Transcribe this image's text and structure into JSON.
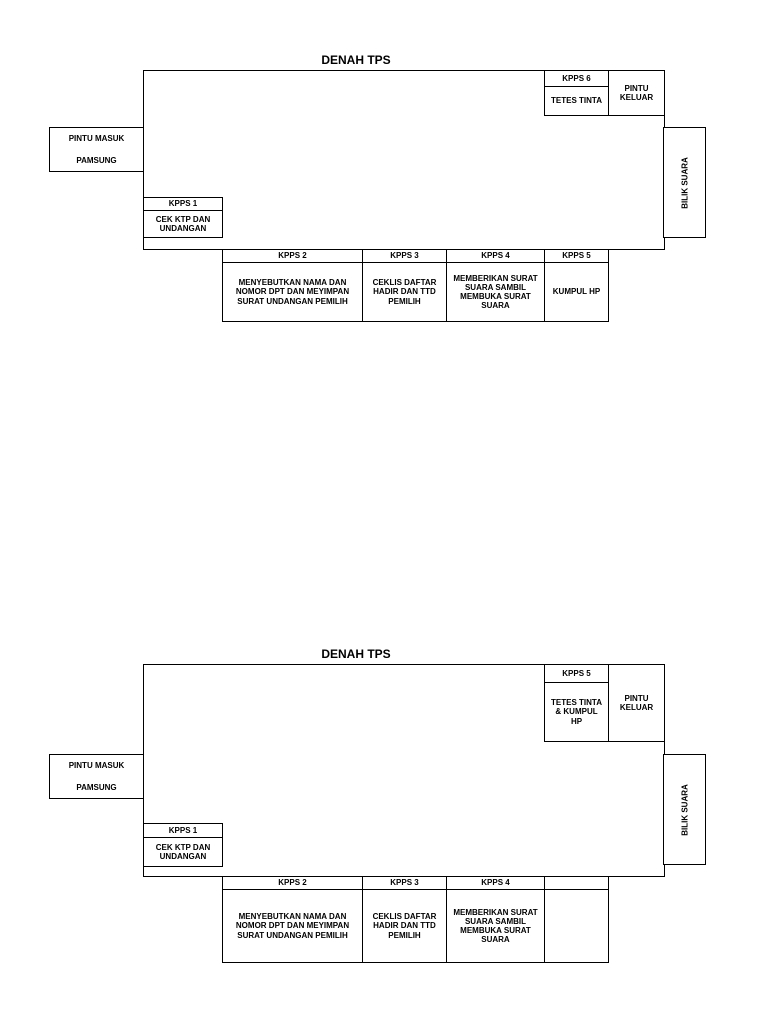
{
  "diagrams": [
    {
      "title": "DENAH TPS",
      "entry_line1": "PINTU MASUK",
      "entry_line2": "PAMSUNG",
      "booth": "BILIK SUARA",
      "exit": "PINTU KELUAR",
      "kpps1": {
        "label": "KPPS 1",
        "task": "CEK KTP DAN UNDANGAN"
      },
      "kpps2": {
        "label": "KPPS 2",
        "task": "MENYEBUTKAN NAMA DAN NOMOR DPT DAN MEYIMPAN SURAT UNDANGAN PEMILIH"
      },
      "kpps3": {
        "label": "KPPS 3",
        "task": "CEKLIS DAFTAR HADIR DAN TTD PEMILIH"
      },
      "kpps4": {
        "label": "KPPS 4",
        "task": "MEMBERIKAN SURAT SUARA SAMBIL MEMBUKA SURAT SUARA"
      },
      "kpps5": {
        "label": "KPPS 5",
        "task": "KUMPUL HP"
      },
      "kpps6": {
        "label": "KPPS 6",
        "task": "TETES TINTA"
      }
    },
    {
      "title": "DENAH TPS",
      "entry_line1": "PINTU MASUK",
      "entry_line2": "PAMSUNG",
      "booth": "BILIK SUARA",
      "exit": "PINTU KELUAR",
      "kpps1": {
        "label": "KPPS 1",
        "task": "CEK KTP DAN UNDANGAN"
      },
      "kpps2": {
        "label": "KPPS 2",
        "task": "MENYEBUTKAN NAMA DAN NOMOR DPT DAN MEYIMPAN SURAT UNDANGAN PEMILIH"
      },
      "kpps3": {
        "label": "KPPS 3",
        "task": "CEKLIS DAFTAR HADIR DAN TTD PEMILIH"
      },
      "kpps4": {
        "label": "KPPS 4",
        "task": "MEMBERIKAN SURAT SUARA SAMBIL MEMBUKA SURAT SUARA"
      },
      "kpps5": {
        "label": "",
        "task": ""
      },
      "kpps6": {
        "label": "KPPS 5",
        "task": "TETES TINTA & KUMPUL HP"
      }
    }
  ]
}
